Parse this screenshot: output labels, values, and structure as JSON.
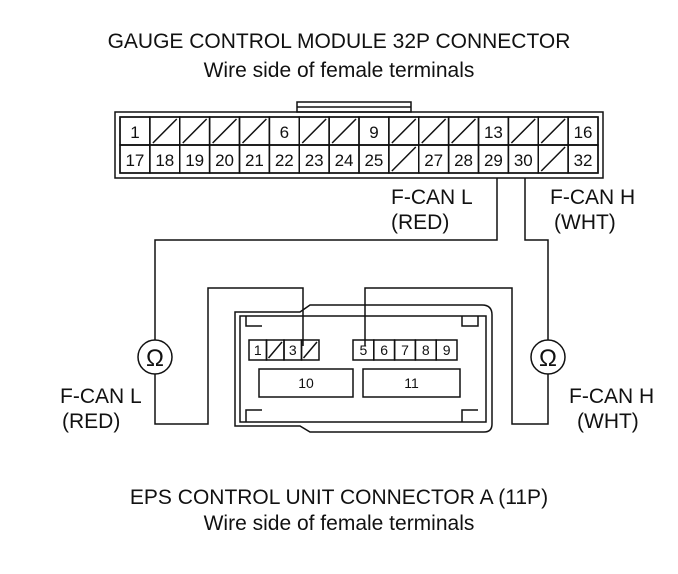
{
  "top_connector": {
    "title": "GAUGE CONTROL MODULE 32P CONNECTOR",
    "subtitle": "Wire side of female terminals",
    "row1": [
      {
        "label": "1"
      },
      {
        "label": ""
      },
      {
        "label": ""
      },
      {
        "label": ""
      },
      {
        "label": ""
      },
      {
        "label": "6"
      },
      {
        "label": ""
      },
      {
        "label": ""
      },
      {
        "label": "9"
      },
      {
        "label": ""
      },
      {
        "label": ""
      },
      {
        "label": ""
      },
      {
        "label": "13"
      },
      {
        "label": ""
      },
      {
        "label": ""
      },
      {
        "label": "16"
      }
    ],
    "row2": [
      {
        "label": "17"
      },
      {
        "label": "18"
      },
      {
        "label": "19"
      },
      {
        "label": "20"
      },
      {
        "label": "21"
      },
      {
        "label": "22"
      },
      {
        "label": "23"
      },
      {
        "label": "24"
      },
      {
        "label": "25"
      },
      {
        "label": ""
      },
      {
        "label": "27"
      },
      {
        "label": "28"
      },
      {
        "label": "29"
      },
      {
        "label": "30"
      },
      {
        "label": ""
      },
      {
        "label": "32"
      }
    ]
  },
  "bottom_connector": {
    "title": "EPS CONTROL UNIT CONNECTOR A (11P)",
    "subtitle": "Wire side of female terminals",
    "left_row": [
      "1",
      "",
      "3",
      ""
    ],
    "right_row": [
      "5",
      "6",
      "7",
      "8",
      "9"
    ],
    "big_terminals": [
      "10",
      "11"
    ]
  },
  "wires": {
    "can_l_top": {
      "line1": "F-CAN L",
      "line2": "(RED)"
    },
    "can_h_top": {
      "line1": "F-CAN H",
      "line2": "(WHT)"
    },
    "can_l_bottom": {
      "line1": "F-CAN L",
      "line2": "(RED)"
    },
    "can_h_bottom": {
      "line1": "F-CAN H",
      "line2": "(WHT)"
    }
  },
  "meter_symbol": "Ω"
}
